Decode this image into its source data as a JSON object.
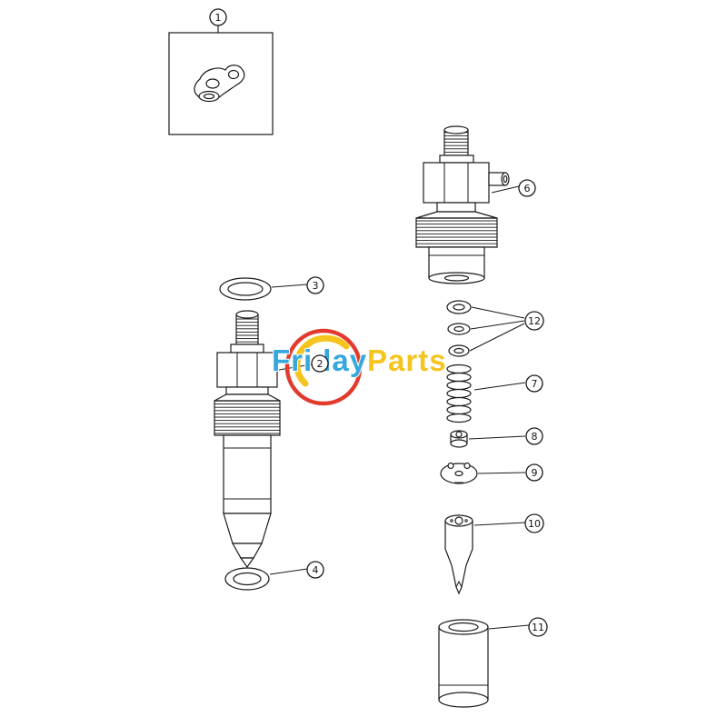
{
  "title": "Fuel injector exploded parts diagram",
  "watermark": {
    "brand_first": "Frida",
    "brand_y": "y",
    "brand_second": "Parts",
    "color_blue": "#35a8dd",
    "color_yellow": "#f6c51d",
    "color_red": "#e23b2e"
  },
  "callouts": [
    {
      "number": "1"
    },
    {
      "number": "2"
    },
    {
      "number": "3"
    },
    {
      "number": "4"
    },
    {
      "number": "6"
    },
    {
      "number": "7"
    },
    {
      "number": "8"
    },
    {
      "number": "9"
    },
    {
      "number": "10"
    },
    {
      "number": "11"
    },
    {
      "number": "12"
    }
  ]
}
